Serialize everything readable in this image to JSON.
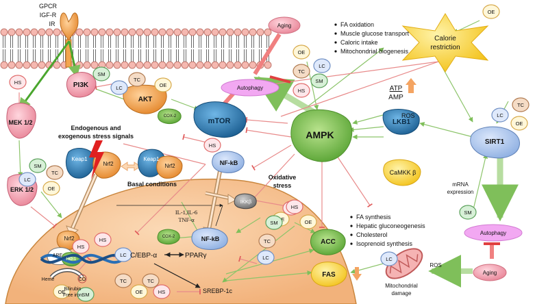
{
  "membrane_receptors": [
    "GPCR",
    "IGF-R",
    "IR"
  ],
  "nodes": {
    "aging": "Aging",
    "autophagy": "Autophagy",
    "pi3k": "PI3K",
    "akt": "AKT",
    "mtor": "mTOR",
    "mek": "MEK 1/2",
    "erk": "ERK 1/2",
    "ampk": "AMPK",
    "lkb1": "LKB1",
    "camkk": "CaMKK β",
    "sirt1": "SIRT1",
    "calorie_restriction": [
      "Calorie",
      "restriction"
    ],
    "nfkb": "NF-kB",
    "ikkb": "IKKβ",
    "acc": "ACC",
    "fas": "FAS",
    "keap1": "Keap1",
    "nrf2": "Nrf2",
    "cox2": "COX-2",
    "are": "ARE",
    "ho1": "HO-1",
    "cebp": "C/EBP-α",
    "ppar": "PPARγ",
    "srebp": "SREBP-1c",
    "ros": "ROS",
    "atp": "ATP",
    "amp": "AMP",
    "mito_damage": [
      "Mitochondrial",
      "damage"
    ]
  },
  "annotations": {
    "stress_signals": [
      "Endogenous and",
      "exogenous stress signals"
    ],
    "basal": "Basal conditions",
    "oxidative": [
      "Oxidative",
      "stress"
    ],
    "cytokines": [
      "IL-1,IL-6",
      "TNF-α"
    ],
    "heme": "Heme",
    "co": "CO",
    "bilirubin": [
      "Bilirubin",
      "Free iron"
    ],
    "mrna": [
      "mRNA",
      "expression"
    ]
  },
  "ampk_effects_up": [
    "FA oxidation",
    "Muscle glucose transport",
    "Caloric intake",
    "Mitochondrial biogenesis"
  ],
  "ampk_effects_down": [
    "FA synthesis",
    "Hepatic gluconeogenesis",
    "Cholesterol",
    "Isoprenoid synthesis"
  ],
  "modulators": [
    {
      "label": "HS",
      "color": "#fde7ea",
      "stroke": "#e06a6a"
    },
    {
      "label": "SM",
      "color": "#d7f0d7",
      "stroke": "#5aa05a"
    },
    {
      "label": "TC",
      "color": "#f5dcc6",
      "stroke": "#b07a50"
    },
    {
      "label": "LC",
      "color": "#dfe9fb",
      "stroke": "#6f8fc4"
    },
    {
      "label": "OE",
      "color": "#fff7d9",
      "stroke": "#d6a94a"
    },
    {
      "label": "SM",
      "color": "#d7f0d7",
      "stroke": "#5aa05a"
    },
    {
      "label": "TC",
      "color": "#f5dcc6",
      "stroke": "#b07a50"
    },
    {
      "label": "LC",
      "color": "#dfe9fb",
      "stroke": "#6f8fc4"
    },
    {
      "label": "OE",
      "color": "#fff7d9",
      "stroke": "#d6a94a"
    },
    {
      "label": "HS",
      "color": "#fde7ea",
      "stroke": "#e06a6a"
    },
    {
      "label": "OE",
      "color": "#fff7d9",
      "stroke": "#d6a94a"
    },
    {
      "label": "LC",
      "color": "#dfe9fb",
      "stroke": "#6f8fc4"
    },
    {
      "label": "TC",
      "color": "#f5dcc6",
      "stroke": "#b07a50"
    },
    {
      "label": "SM",
      "color": "#d7f0d7",
      "stroke": "#5aa05a"
    },
    {
      "label": "HS",
      "color": "#fde7ea",
      "stroke": "#e06a6a"
    },
    {
      "label": "OE",
      "color": "#fff7d9",
      "stroke": "#d6a94a"
    },
    {
      "label": "TC",
      "color": "#f5dcc6",
      "stroke": "#b07a50"
    },
    {
      "label": "LC",
      "color": "#dfe9fb",
      "stroke": "#6f8fc4"
    },
    {
      "label": "OE",
      "color": "#fff7d9",
      "stroke": "#d6a94a"
    },
    {
      "label": "SM",
      "color": "#d7f0d7",
      "stroke": "#5aa05a"
    },
    {
      "label": "HS",
      "color": "#fde7ea",
      "stroke": "#e06a6a"
    },
    {
      "label": "OE",
      "color": "#fff7d9",
      "stroke": "#d6a94a"
    },
    {
      "label": "SM",
      "color": "#d7f0d7",
      "stroke": "#5aa05a"
    },
    {
      "label": "LC",
      "color": "#dfe9fb",
      "stroke": "#6f8fc4"
    },
    {
      "label": "HS",
      "color": "#fde7ea",
      "stroke": "#e06a6a"
    },
    {
      "label": "TC",
      "color": "#f5dcc6",
      "stroke": "#b07a50"
    },
    {
      "label": "OE",
      "color": "#fff7d9",
      "stroke": "#d6a94a"
    },
    {
      "label": "HS",
      "color": "#fde7ea",
      "stroke": "#e06a6a"
    },
    {
      "label": "TC",
      "color": "#f5dcc6",
      "stroke": "#b07a50"
    },
    {
      "label": "OE",
      "color": "#fff7d9",
      "stroke": "#d6a94a"
    },
    {
      "label": "HS",
      "color": "#fde7ea",
      "stroke": "#e06a6a"
    },
    {
      "label": "LC",
      "color": "#dfe9fb",
      "stroke": "#6f8fc4"
    },
    {
      "label": "OE",
      "color": "#fff7d9",
      "stroke": "#d6a94a"
    },
    {
      "label": "TC",
      "color": "#f5dcc6",
      "stroke": "#b07a50"
    },
    {
      "label": "LC",
      "color": "#dfe9fb",
      "stroke": "#6f8fc4"
    },
    {
      "label": "SM",
      "color": "#d7f0d7",
      "stroke": "#5aa05a"
    },
    {
      "label": "HS",
      "color": "#fde7ea",
      "stroke": "#e06a6a"
    }
  ]
}
